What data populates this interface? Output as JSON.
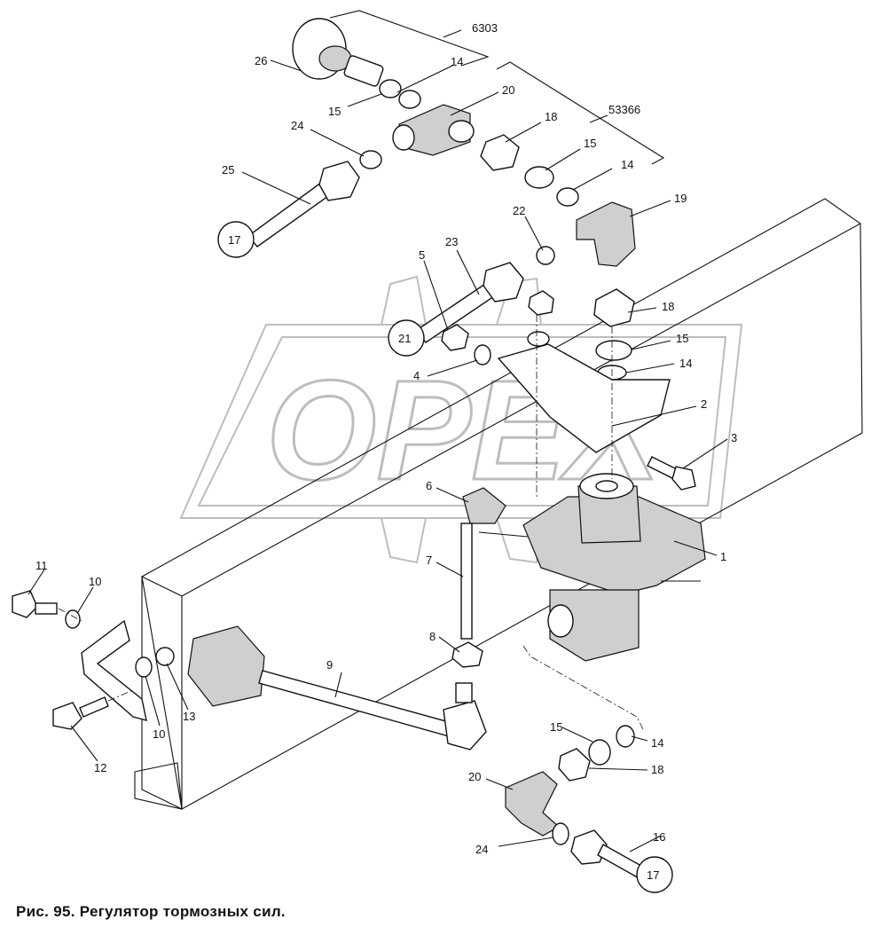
{
  "caption": "Рис. 95. Регулятор тормозных сил.",
  "watermark": "OPEX",
  "kit_labels": [
    "6303",
    "53366"
  ],
  "callouts": [
    "26",
    "14",
    "15",
    "20",
    "24",
    "25",
    "17",
    "18",
    "15",
    "14",
    "19",
    "22",
    "23",
    "5",
    "21",
    "18",
    "15",
    "4",
    "14",
    "2",
    "3",
    "6",
    "1",
    "7",
    "8",
    "9",
    "11",
    "10",
    "13",
    "10",
    "12",
    "15",
    "14",
    "18",
    "20",
    "24",
    "16",
    "17"
  ]
}
